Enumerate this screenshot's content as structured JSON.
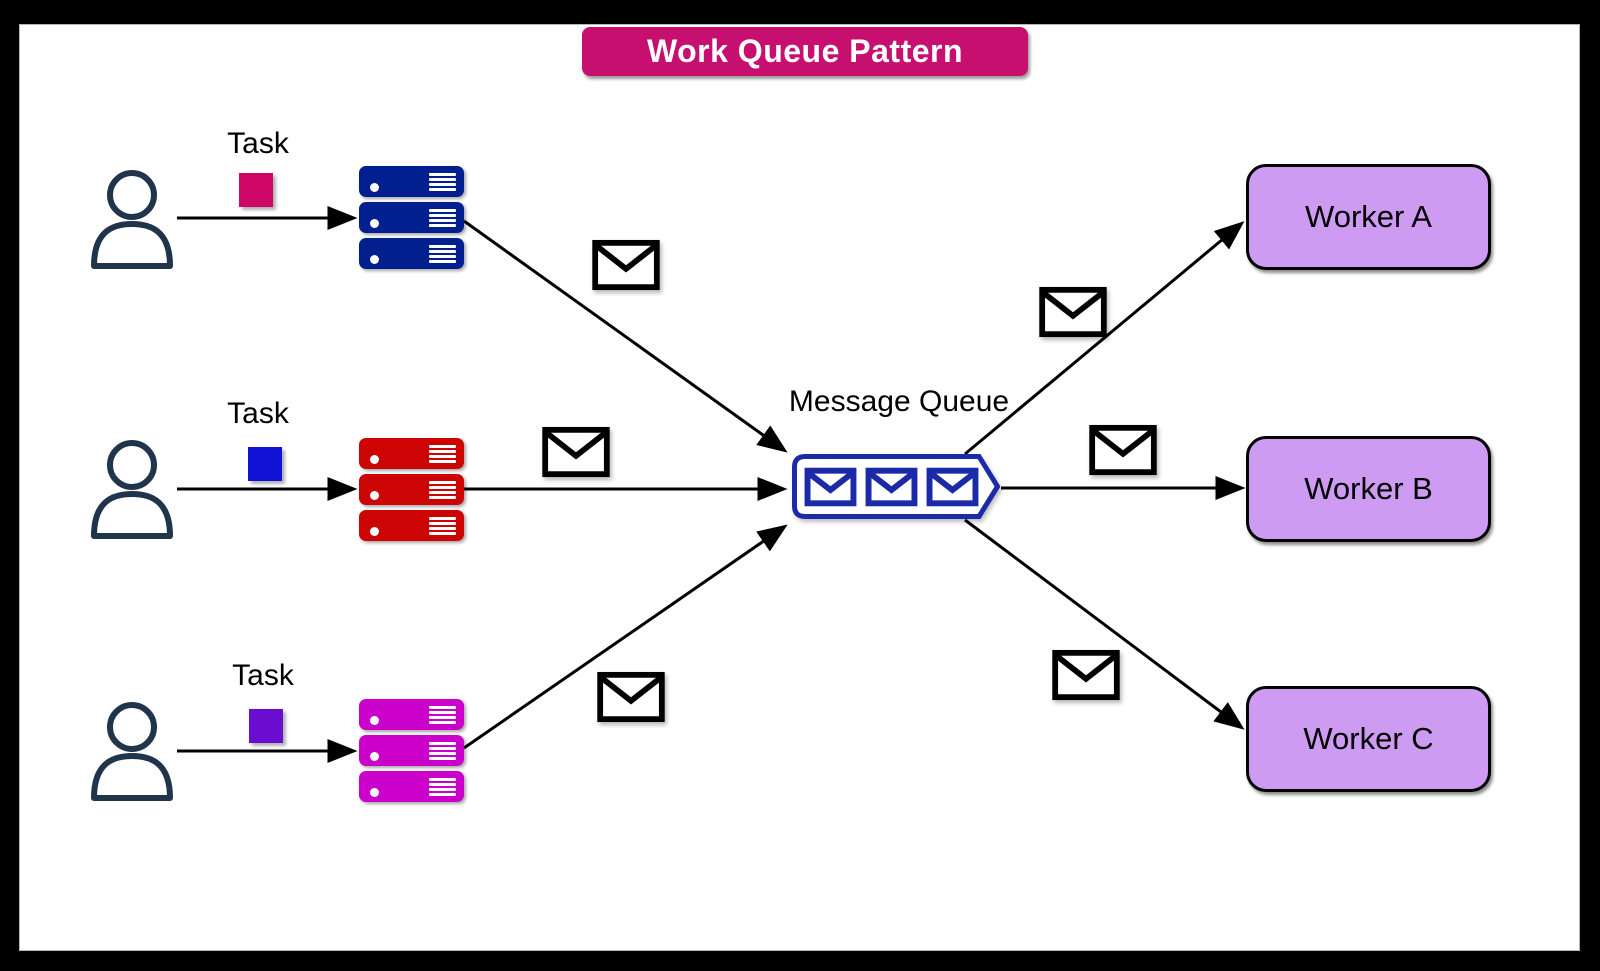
{
  "title_banner": {
    "label": "Work Queue Pattern",
    "bg_color": "#C60F6E",
    "text_color": "#FFFFFF"
  },
  "palette": {
    "frame": "#000000",
    "canvas_bg": "#FFFFFF",
    "arrow": "#000000",
    "envelope_stroke": "#000000",
    "person_stroke": "#20344C",
    "label_text": "#000000"
  },
  "producers": [
    {
      "person_icon": "person-icon",
      "task_label": "Task",
      "task_color": "#CE0767",
      "server_icon": "server-stack-icon",
      "server_color": "#011F8E"
    },
    {
      "person_icon": "person-icon",
      "task_label": "Task",
      "task_color": "#1212D6",
      "server_icon": "server-stack-icon",
      "server_color": "#CC0404"
    },
    {
      "person_icon": "person-icon",
      "task_label": "Task",
      "task_color": "#6A0DD0",
      "server_icon": "server-stack-icon",
      "server_color": "#CB01CB"
    }
  ],
  "queue": {
    "label": "Message Queue",
    "outline_color": "#1B2AA6",
    "envelope_icon": "envelope-icon",
    "envelope_count": 3
  },
  "workers": [
    {
      "label": "Worker A"
    },
    {
      "label": "Worker B"
    },
    {
      "label": "Worker C"
    }
  ],
  "worker_style": {
    "fill_color": "#CD9BF2",
    "border_color": "#000000",
    "text_color": "#000000"
  }
}
